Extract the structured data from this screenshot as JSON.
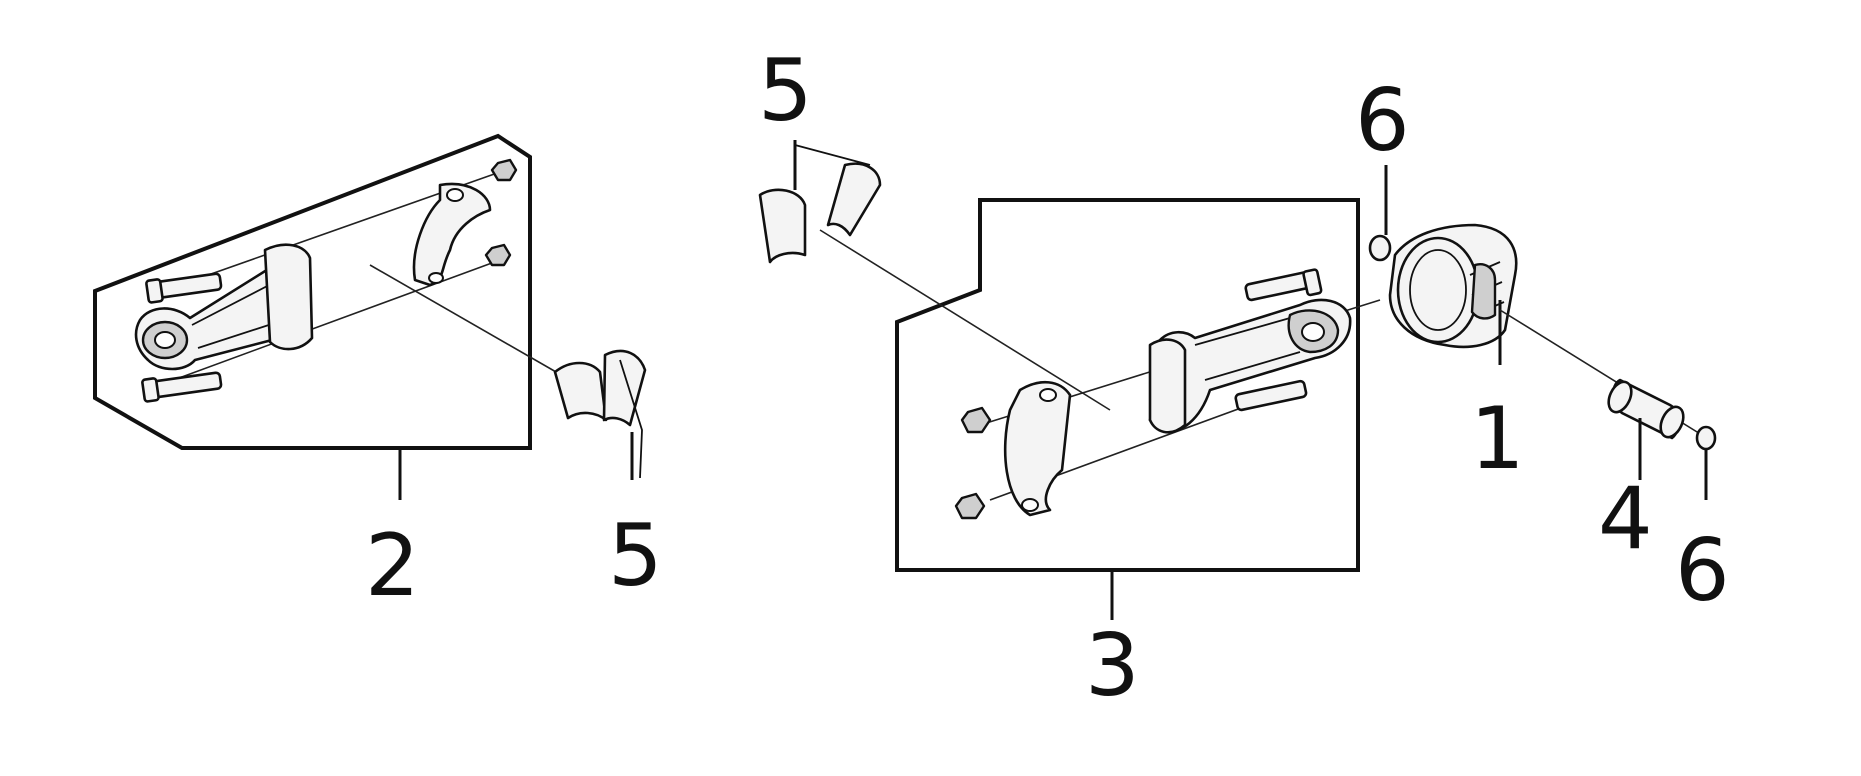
{
  "colors": {
    "ink": "#111111",
    "paper": "#ffffff",
    "shade": "#cfcfcf"
  },
  "callouts": {
    "piston": "1",
    "rod_assembly_left": "2",
    "rod_assembly_right": "3",
    "piston_pin": "4",
    "bearing_shell_left": "5",
    "bearing_shell_top": "5",
    "circlip_top": "6",
    "circlip_right": "6"
  }
}
